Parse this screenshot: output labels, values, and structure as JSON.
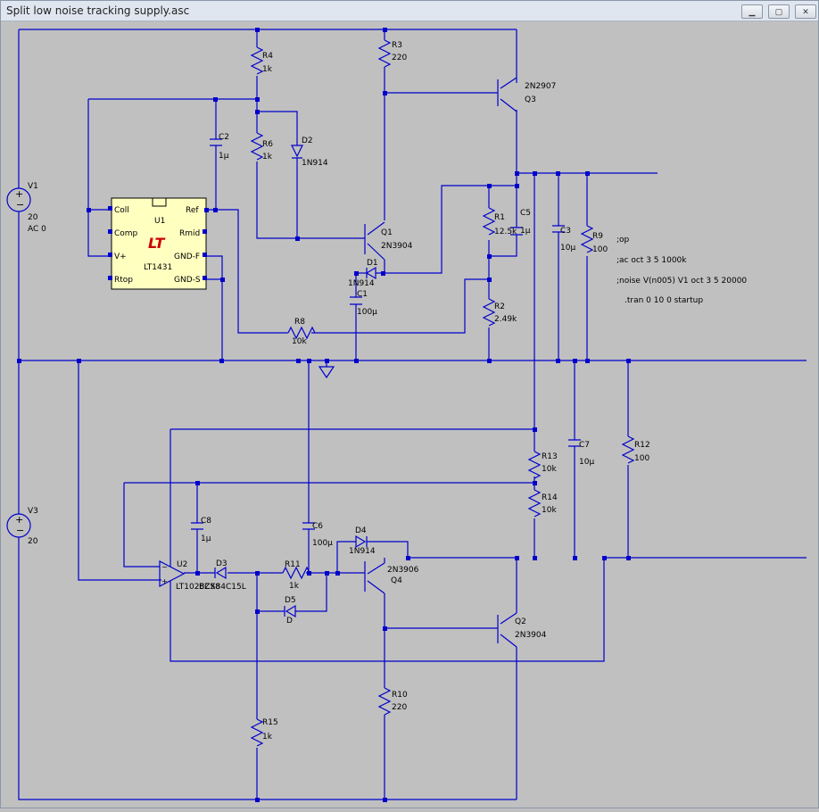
{
  "window": {
    "title": "Split low noise tracking supply.asc",
    "min_icon": "minimize-icon",
    "max_icon": "maximize-icon",
    "close_icon": "close-icon"
  },
  "labels": {
    "v1_name": "V1",
    "v1_val": "20",
    "v1_ac": "AC 0",
    "v3_name": "V3",
    "v3_val": "20",
    "r4": "R4",
    "r4v": "1k",
    "r3": "R3",
    "r3v": "220",
    "q3_model": "2N2907",
    "q3": "Q3",
    "c2": "C2",
    "c2v": "1µ",
    "r6": "R6",
    "r6v": "1k",
    "d2": "D2",
    "d2v": "1N914",
    "u1_coll": "Coll",
    "u1_ref": "Ref",
    "u1_comp": "Comp",
    "u1_rmid": "Rmid",
    "u1_vp": "V+",
    "u1_gndf": "GND-F",
    "u1_rtop": "Rtop",
    "u1_gnds": "GND-S",
    "u1": "U1",
    "u1v": "LT1431",
    "q1": "Q1",
    "q1v": "2N3904",
    "d1": "D1",
    "d1v": "1N914",
    "c1": "C1",
    "c1v": "100µ",
    "r1": "R1",
    "r1v": "12.5k",
    "c5": "C5",
    "c5v": "1µ",
    "c3": "C3",
    "c3v": "10µ",
    "r9": "R9",
    "r9v": "100",
    "r2": "R2",
    "r2v": "2.49k",
    "r8": "R8",
    "r8v": "10k",
    "cmd_op": ";op",
    "cmd_ac": ";ac oct 3 5 1000k",
    "cmd_noise": ";noise V(n005) V1 oct 3 5 20000",
    "cmd_tran": ".tran 0 10 0 startup",
    "r13": "R13",
    "r13v": "10k",
    "r14": "R14",
    "r14v": "10k",
    "c7": "C7",
    "c7v": "10µ",
    "r12": "R12",
    "r12v": "100",
    "c8": "C8",
    "c8v": "1µ",
    "c6": "C6",
    "c6v": "100µ",
    "d4": "D4",
    "d4v": "1N914",
    "u2": "U2",
    "u2v": "LT1028CS8",
    "d3": "D3",
    "d3v": "BZX84C15L",
    "r11": "R11",
    "r11v": "1k",
    "q4_model": "2N3906",
    "q4": "Q4",
    "d5": "D5",
    "d5v": "D",
    "q2": "Q2",
    "q2v": "2N3904",
    "r10": "R10",
    "r10v": "220",
    "r15": "R15",
    "r15v": "1k"
  },
  "colors": {
    "wire": "#0000cc",
    "background": "#c0c0c0",
    "ic_fill": "#ffffc0",
    "logo": "#cc0000"
  }
}
